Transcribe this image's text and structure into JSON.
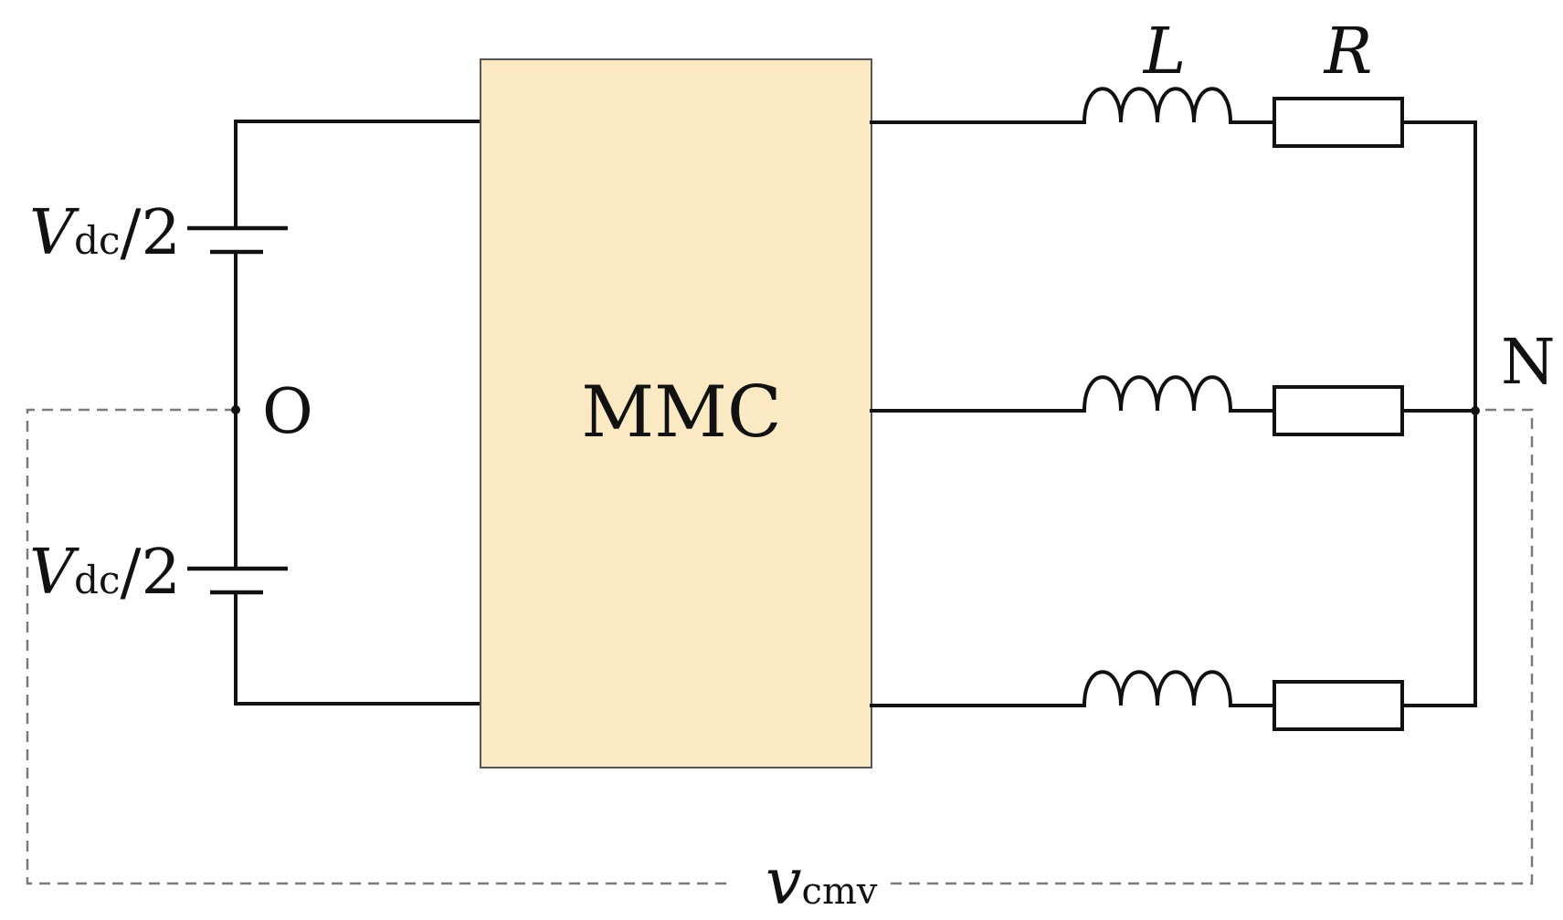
{
  "colors": {
    "mmc_fill": "#fbe9c4",
    "wire": "#111111",
    "dashed_loop": "#7a7a7a"
  },
  "labels": {
    "converter": "MMC",
    "inductor": "L",
    "resistor": "R",
    "midpoint_node": "O",
    "neutral_node": "N",
    "capacitor_top": {
      "main": "V",
      "sub": "dc",
      "tail": "/2"
    },
    "capacitor_bottom": {
      "main": "V",
      "sub": "dc",
      "tail": "/2"
    },
    "common_mode_voltage": {
      "main": "v",
      "sub": "cmv"
    }
  }
}
